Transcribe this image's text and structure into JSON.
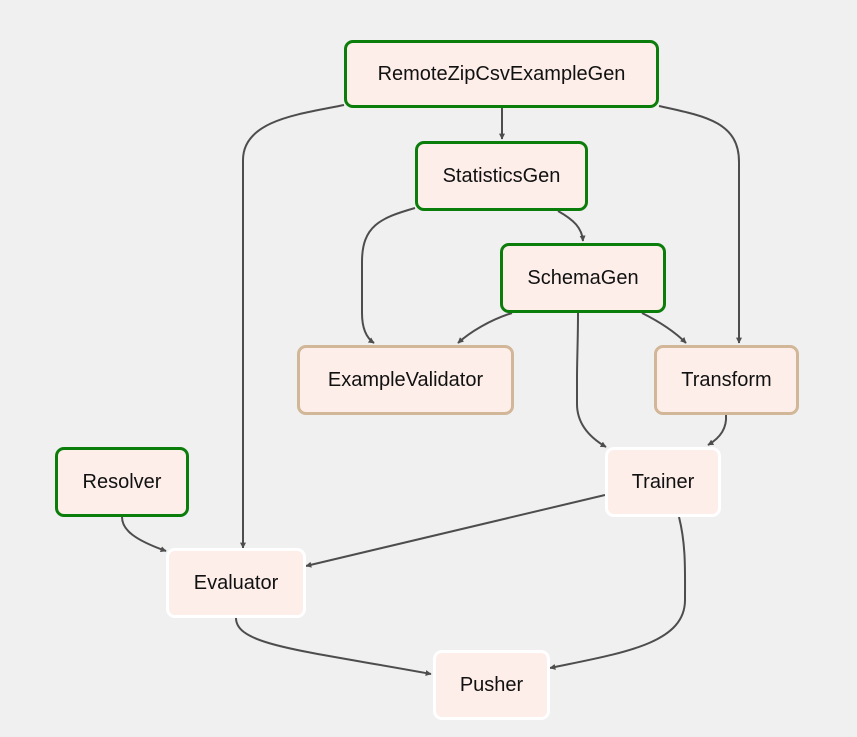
{
  "colors": {
    "background": "#f0f0f0",
    "node_fill": "#fdeee9",
    "status_complete": "#0b7d0b",
    "status_pending": "#d2b698",
    "status_none": "#ffffff",
    "edge": "#4d4d4d"
  },
  "nodes": [
    {
      "id": "remote-zip-csv-example-gen",
      "label": "RemoteZipCsvExampleGen",
      "status": "complete"
    },
    {
      "id": "statistics-gen",
      "label": "StatisticsGen",
      "status": "complete"
    },
    {
      "id": "schema-gen",
      "label": "SchemaGen",
      "status": "complete"
    },
    {
      "id": "example-validator",
      "label": "ExampleValidator",
      "status": "pending"
    },
    {
      "id": "transform",
      "label": "Transform",
      "status": "pending"
    },
    {
      "id": "resolver",
      "label": "Resolver",
      "status": "complete"
    },
    {
      "id": "trainer",
      "label": "Trainer",
      "status": "none"
    },
    {
      "id": "evaluator",
      "label": "Evaluator",
      "status": "none"
    },
    {
      "id": "pusher",
      "label": "Pusher",
      "status": "none"
    }
  ],
  "edges": [
    {
      "from": "remote-zip-csv-example-gen",
      "to": "statistics-gen"
    },
    {
      "from": "remote-zip-csv-example-gen",
      "to": "evaluator"
    },
    {
      "from": "remote-zip-csv-example-gen",
      "to": "transform"
    },
    {
      "from": "statistics-gen",
      "to": "example-validator"
    },
    {
      "from": "statistics-gen",
      "to": "schema-gen"
    },
    {
      "from": "schema-gen",
      "to": "example-validator"
    },
    {
      "from": "schema-gen",
      "to": "transform"
    },
    {
      "from": "schema-gen",
      "to": "trainer"
    },
    {
      "from": "transform",
      "to": "trainer"
    },
    {
      "from": "resolver",
      "to": "evaluator"
    },
    {
      "from": "trainer",
      "to": "evaluator"
    },
    {
      "from": "trainer",
      "to": "pusher"
    },
    {
      "from": "evaluator",
      "to": "pusher"
    }
  ]
}
